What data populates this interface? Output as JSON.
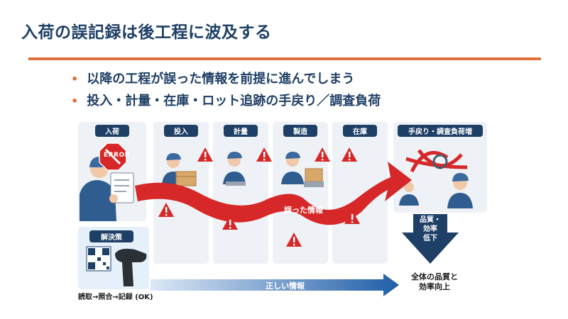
{
  "slide": {
    "title": "入荷の誤記録は後工程に波及する",
    "bullets": [
      "以降の工程が誤った情報を前提に進んでしまう",
      "投入・計量・在庫・ロット追跡の手戻り／調査負荷"
    ]
  },
  "figure": {
    "stages": [
      "入荷",
      "投入",
      "計量",
      "製造",
      "在庫",
      "手戻り・調査負荷増"
    ],
    "error_badge": "ERROR",
    "wrong_info_label": "誤った情報",
    "solution_label": "解決策",
    "solution_caption": "読取→照合→記録 (OK)",
    "correct_info_label": "正しい情報",
    "impact_lines": [
      "品質・",
      "効率",
      "低下"
    ],
    "result_lines": [
      "全体の品質と",
      "効率向上"
    ]
  },
  "colors": {
    "accent": "#e0703a",
    "navy": "#1e3f66",
    "red_arrow": "#d62828",
    "blue_arrow": "#1f5ea8",
    "panel_bg": "#eef1f5"
  },
  "icons": [
    "warning-triangle-icon",
    "error-stop-sign-icon",
    "qr-code-icon",
    "barcode-scanner-icon",
    "worker-icon",
    "cardboard-box-icon"
  ]
}
